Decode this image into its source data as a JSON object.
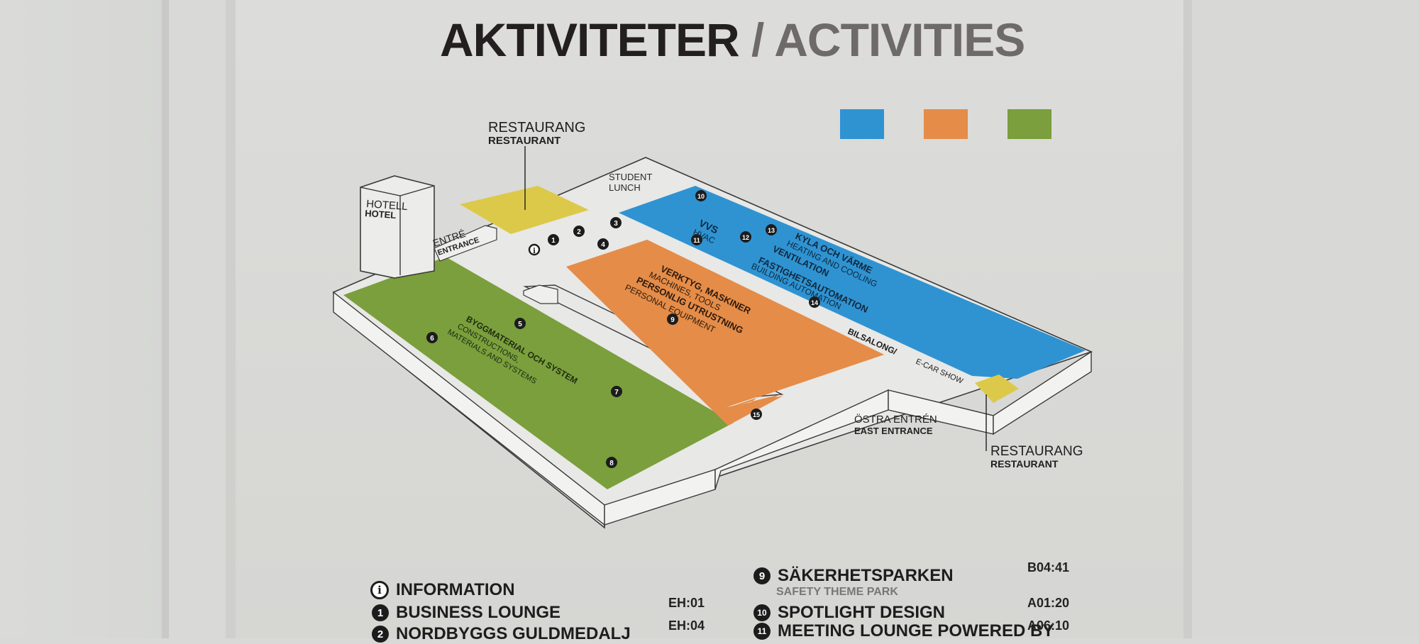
{
  "title": {
    "sv": "AKTIVITETER",
    "slash": "/",
    "en": "ACTIVITIES"
  },
  "colors": {
    "blue": "#2f93d2",
    "orange": "#e58c48",
    "green": "#7a9f3c",
    "yellow": "#dcc94a",
    "dark": "#1c1c1c"
  },
  "map": {
    "restaurant_top": {
      "sv": "RESTAURANG",
      "en": "RESTAURANT"
    },
    "student_lunch": {
      "line1": "STUDENT",
      "line2": "LUNCH"
    },
    "hotel": {
      "sv": "HOTELL",
      "en": "HOTEL"
    },
    "entrance": {
      "sv": "ENTRÉ",
      "en": "ENTRANCE"
    },
    "blue_zone": {
      "vvs": "VVS",
      "hvac": "HVAC",
      "heating_sv": "KYLA OCH VÄRME",
      "heating_en": "HEATING AND COOLING",
      "ventilation": "VENTILATION",
      "automation_sv": "FASTIGHETSAUTOMATION",
      "automation_en": "BUILDING AUTOMATION"
    },
    "orange_zone": {
      "tools_sv": "VERKTYG, MASKINER",
      "tools_en": "MACHINES, TOOLS",
      "ppe_sv": "PERSONLIG UTRUSTNING",
      "ppe_en": "PERSONAL EQUIPMENT"
    },
    "green_zone": {
      "sv": "BYGGMATERIAL OCH SYSTEM",
      "en1": "CONSTRUCTIONS,",
      "en2": "MATERIALS AND SYSTEMS"
    },
    "ecar": {
      "sv": "BILSALONG/",
      "en": "E-CAR SHOW"
    },
    "east_entrance": {
      "sv": "ÖSTRA ENTRÉN",
      "en": "EAST ENTRANCE"
    },
    "restaurant_bottom": {
      "sv": "RESTAURANG",
      "en": "RESTAURANT"
    },
    "markers": [
      "1",
      "2",
      "3",
      "4",
      "5",
      "6",
      "7",
      "8",
      "9",
      "10",
      "11",
      "12",
      "13",
      "14",
      "15"
    ],
    "info_marker": "i"
  },
  "legend": {
    "left": [
      {
        "num": "i",
        "label": "INFORMATION",
        "code": ""
      },
      {
        "num": "1",
        "label": "BUSINESS LOUNGE",
        "code": "EH:01"
      },
      {
        "num": "2",
        "label": "NORDBYGGS GULDMEDALJ",
        "code": "EH:04"
      }
    ],
    "right": [
      {
        "num": "9",
        "label": "SÄKERHETSPARKEN",
        "sub": "SAFETY THEME PARK",
        "code": "B04:41"
      },
      {
        "num": "10",
        "label": "SPOTLIGHT DESIGN",
        "sub": "",
        "code": "A01:20"
      },
      {
        "num": "11",
        "label": "MEETING LOUNGE POWERED BY",
        "sub": "",
        "code": "A06:10"
      }
    ]
  }
}
